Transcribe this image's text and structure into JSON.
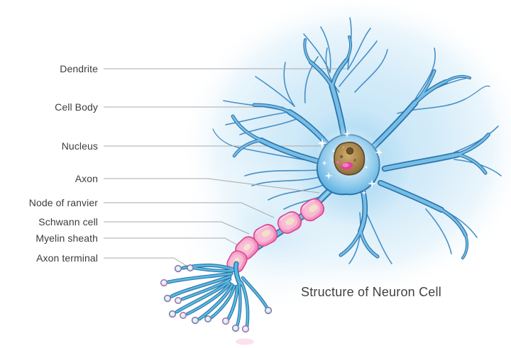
{
  "diagram": {
    "title": "Structure of Neuron Cell",
    "labels": [
      {
        "id": "dendrite",
        "text": "Dendrite"
      },
      {
        "id": "cell-body",
        "text": "Cell Body"
      },
      {
        "id": "nucleus",
        "text": "Nucleus"
      },
      {
        "id": "axon",
        "text": "Axon"
      },
      {
        "id": "node-of-ranvier",
        "text": "Node of ranvier"
      },
      {
        "id": "schwann-cell",
        "text": "Schwann cell"
      },
      {
        "id": "myelin-sheath",
        "text": "Myelin sheath"
      },
      {
        "id": "axon-terminal",
        "text": "Axon terminal"
      }
    ],
    "colors": {
      "neuron_blue": "#74bee7",
      "neuron_outline": "#2b71a8",
      "background_glow": "#cde8f8",
      "myelin_pink": "#f493c2",
      "myelin_outline": "#d8468e",
      "nucleus_brown": "#a5824a",
      "nucleolus_magenta": "#e93ba6",
      "label_text": "#3c3c3c",
      "leader_line": "#a9a9a9",
      "title_text": "#414141"
    }
  }
}
